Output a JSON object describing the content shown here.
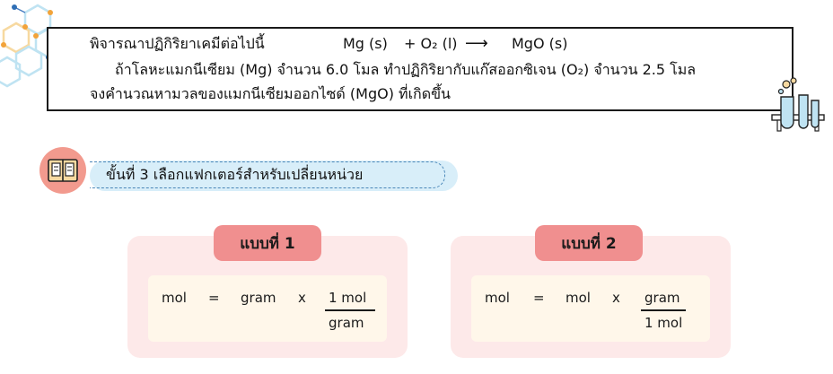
{
  "problem": {
    "line1_intro": "พิจารณาปฏิกิริยาเคมีต่อไปนี้",
    "eq_reactant1": "Mg (s)",
    "eq_plus": "+ O₂ (l)",
    "eq_arrow": "⟶",
    "eq_product": "MgO (s)",
    "line2": "ถ้าโลหะแมกนีเซียม (Mg) จำนวน 6.0 โมล ทำปฏิกิริยากับแก๊สออกซิเจน (O₂) จำนวน 2.5 โมล",
    "line3": "จงคำนวณหามวลของแมกนีเซียมออกไซด์ (MgO) ที่เกิดขึ้น"
  },
  "step": {
    "label": "ขั้นที่ 3 เลือกแฟกเตอร์สำหรับเปลี่ยนหน่วย"
  },
  "methods": [
    {
      "title": "แบบที่ 1",
      "lhs": "mol",
      "equals": "=",
      "term": "gram",
      "times": "x",
      "numerator": "1 mol",
      "denominator": "gram"
    },
    {
      "title": "แบบที่ 2",
      "lhs": "mol",
      "equals": "=",
      "term": "mol",
      "times": "x",
      "numerator": "gram",
      "denominator": "1 mol"
    }
  ],
  "icons": {
    "decoration": "hexagon-molecule-icon",
    "flask": "laboratory-flask-icon",
    "step": "book-icon"
  },
  "colors": {
    "step_pill": "#d8eef9",
    "step_border": "#4a87b8",
    "card_bg": "#fde9e9",
    "title_bg": "#f08f8f",
    "formula_bg": "#fff7ea"
  }
}
